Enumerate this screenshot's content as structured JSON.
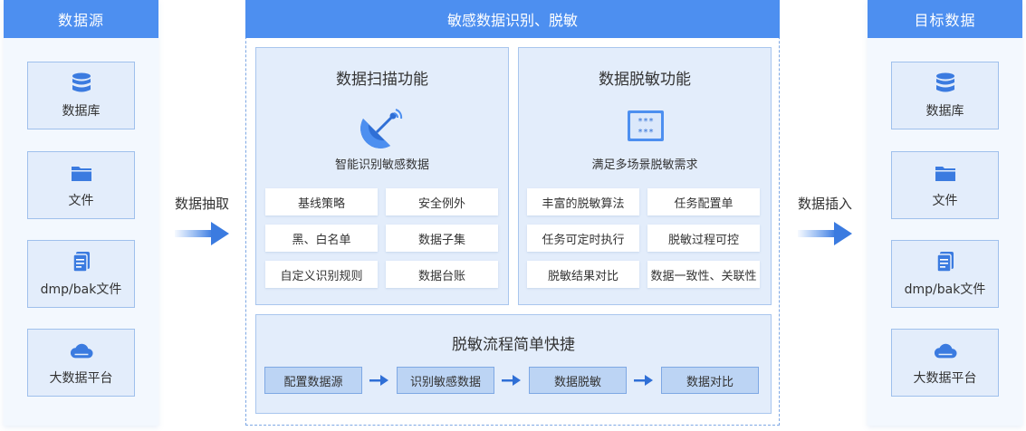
{
  "left_panel": {
    "title": "数据源",
    "items": [
      {
        "label": "数据库",
        "icon": "database-icon"
      },
      {
        "label": "文件",
        "icon": "folder-icon"
      },
      {
        "label": "dmp/bak文件",
        "icon": "document-icon"
      },
      {
        "label": "大数据平台",
        "icon": "cloud-icon"
      }
    ]
  },
  "extract": {
    "label": "数据抽取"
  },
  "center": {
    "title": "敏感数据识别、脱敏",
    "scan": {
      "title": "数据扫描功能",
      "icon": "satellite-dish-icon",
      "caption": "智能识别敏感数据",
      "tags": [
        "基线策略",
        "安全例外",
        "黑、白名单",
        "数据子集",
        "自定义识别规则",
        "数据台账"
      ]
    },
    "mask": {
      "title": "数据脱敏功能",
      "icon": "masked-password-icon",
      "caption": "满足多场景脱敏需求",
      "tags": [
        "丰富的脱敏算法",
        "任务配置单",
        "任务可定时执行",
        "脱敏过程可控",
        "脱敏结果对比",
        "数据一致性、关联性"
      ]
    },
    "flow": {
      "title": "脱敏流程简单快捷",
      "steps": [
        "配置数据源",
        "识别敏感数据",
        "数据脱敏",
        "数据对比"
      ]
    }
  },
  "insert": {
    "label": "数据插入"
  },
  "right_panel": {
    "title": "目标数据",
    "items": [
      {
        "label": "数据库",
        "icon": "database-icon"
      },
      {
        "label": "文件",
        "icon": "folder-icon"
      },
      {
        "label": "dmp/bak文件",
        "icon": "document-icon"
      },
      {
        "label": "大数据平台",
        "icon": "cloud-icon"
      }
    ]
  },
  "colors": {
    "primary": "#4d8ff0",
    "panel_bg": "#e3edfb",
    "icon": "#3b7be0"
  }
}
